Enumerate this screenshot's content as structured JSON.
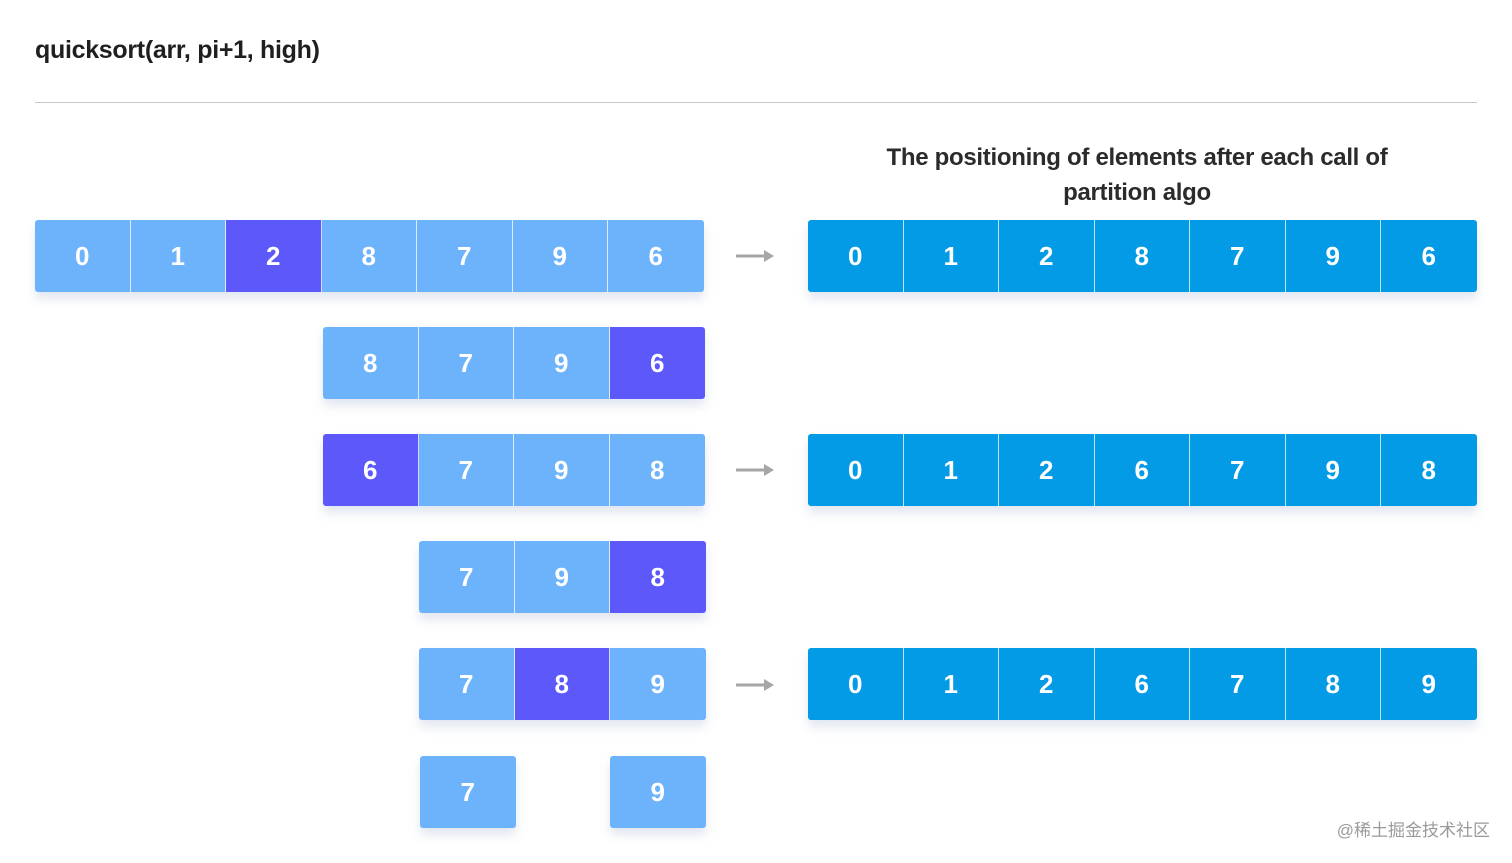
{
  "title": "quicksort(arr, pi+1, high)",
  "right_heading": "The positioning of elements after each call of partition algo",
  "colors": {
    "left_cell": "#6db3fc",
    "pivot_cell": "#5c58fa",
    "right_cell": "#039be5",
    "arrow": "#a6a6a6"
  },
  "left_rows": [
    {
      "values": [
        "0",
        "1",
        "2",
        "8",
        "7",
        "9",
        "6"
      ],
      "pivot_index": 2
    },
    {
      "values": [
        "8",
        "7",
        "9",
        "6"
      ],
      "pivot_index": 3
    },
    {
      "values": [
        "6",
        "7",
        "9",
        "8"
      ],
      "pivot_index": 0
    },
    {
      "values": [
        "7",
        "9",
        "8"
      ],
      "pivot_index": 2
    },
    {
      "values": [
        "7",
        "8",
        "9"
      ],
      "pivot_index": 1
    },
    {
      "values": [
        "7"
      ],
      "pivot_index": -1
    },
    {
      "values": [
        "9"
      ],
      "pivot_index": -1
    }
  ],
  "right_rows": [
    {
      "values": [
        "0",
        "1",
        "2",
        "8",
        "7",
        "9",
        "6"
      ]
    },
    {
      "values": [
        "0",
        "1",
        "2",
        "6",
        "7",
        "9",
        "8"
      ]
    },
    {
      "values": [
        "0",
        "1",
        "2",
        "6",
        "7",
        "8",
        "9"
      ]
    }
  ],
  "watermark": "@稀土掘金技术社区"
}
